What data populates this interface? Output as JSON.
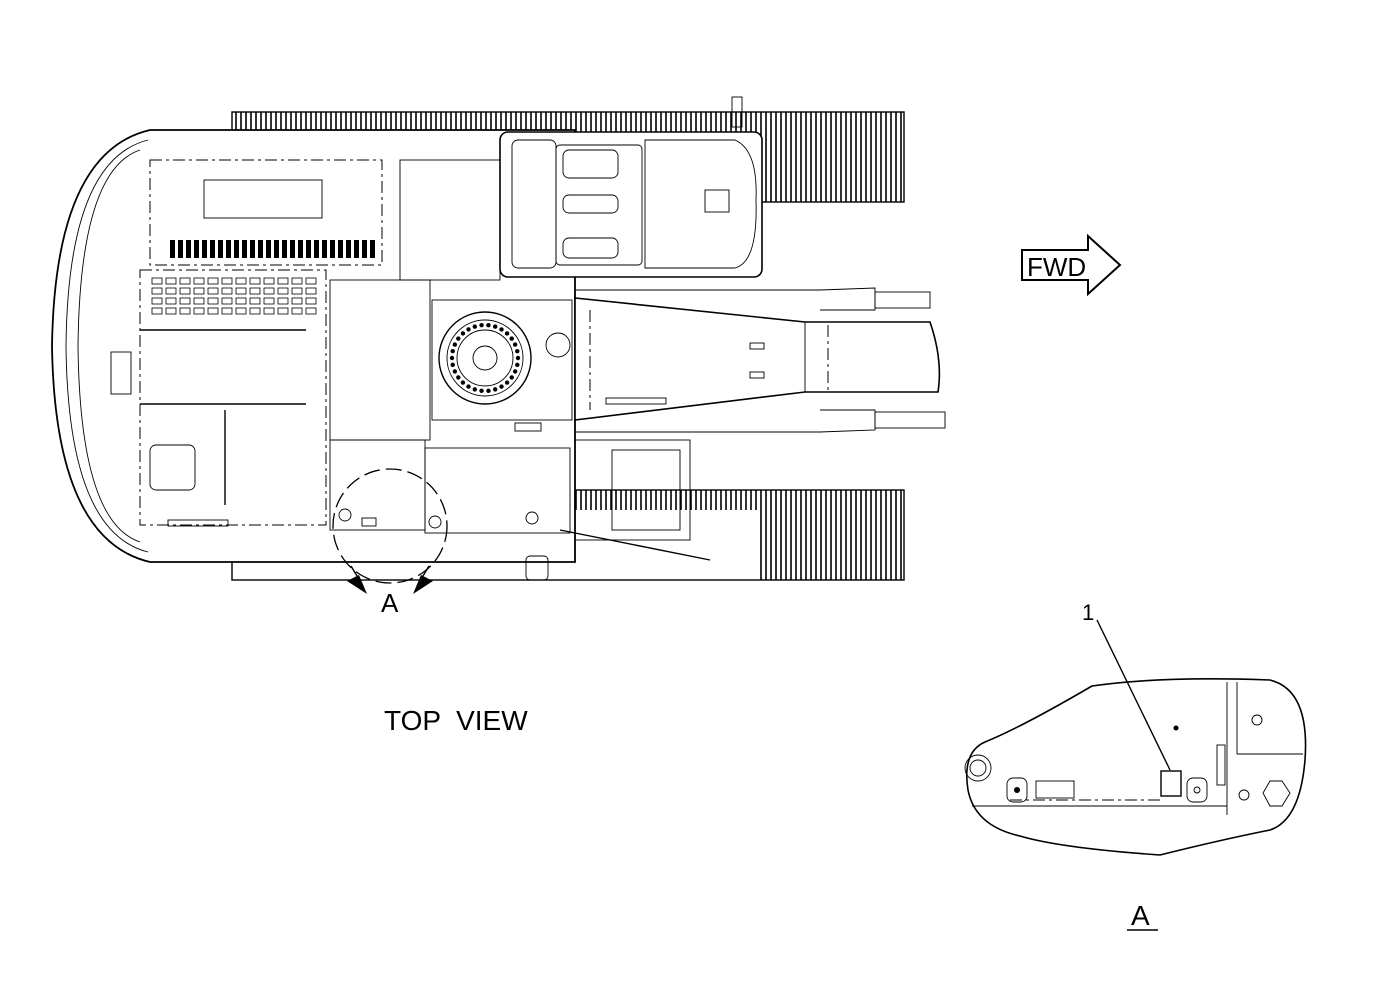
{
  "labels": {
    "fwd": "FWD",
    "detail_callout": "A",
    "top_view": "TOP  VIEW",
    "item_1": "1",
    "detail_title": "A"
  },
  "icons": {
    "direction_arrow": "fwd-arrow-icon",
    "view_arrows": "arrow-icon"
  },
  "colors": {
    "line": "#000000",
    "background": "#ffffff"
  }
}
